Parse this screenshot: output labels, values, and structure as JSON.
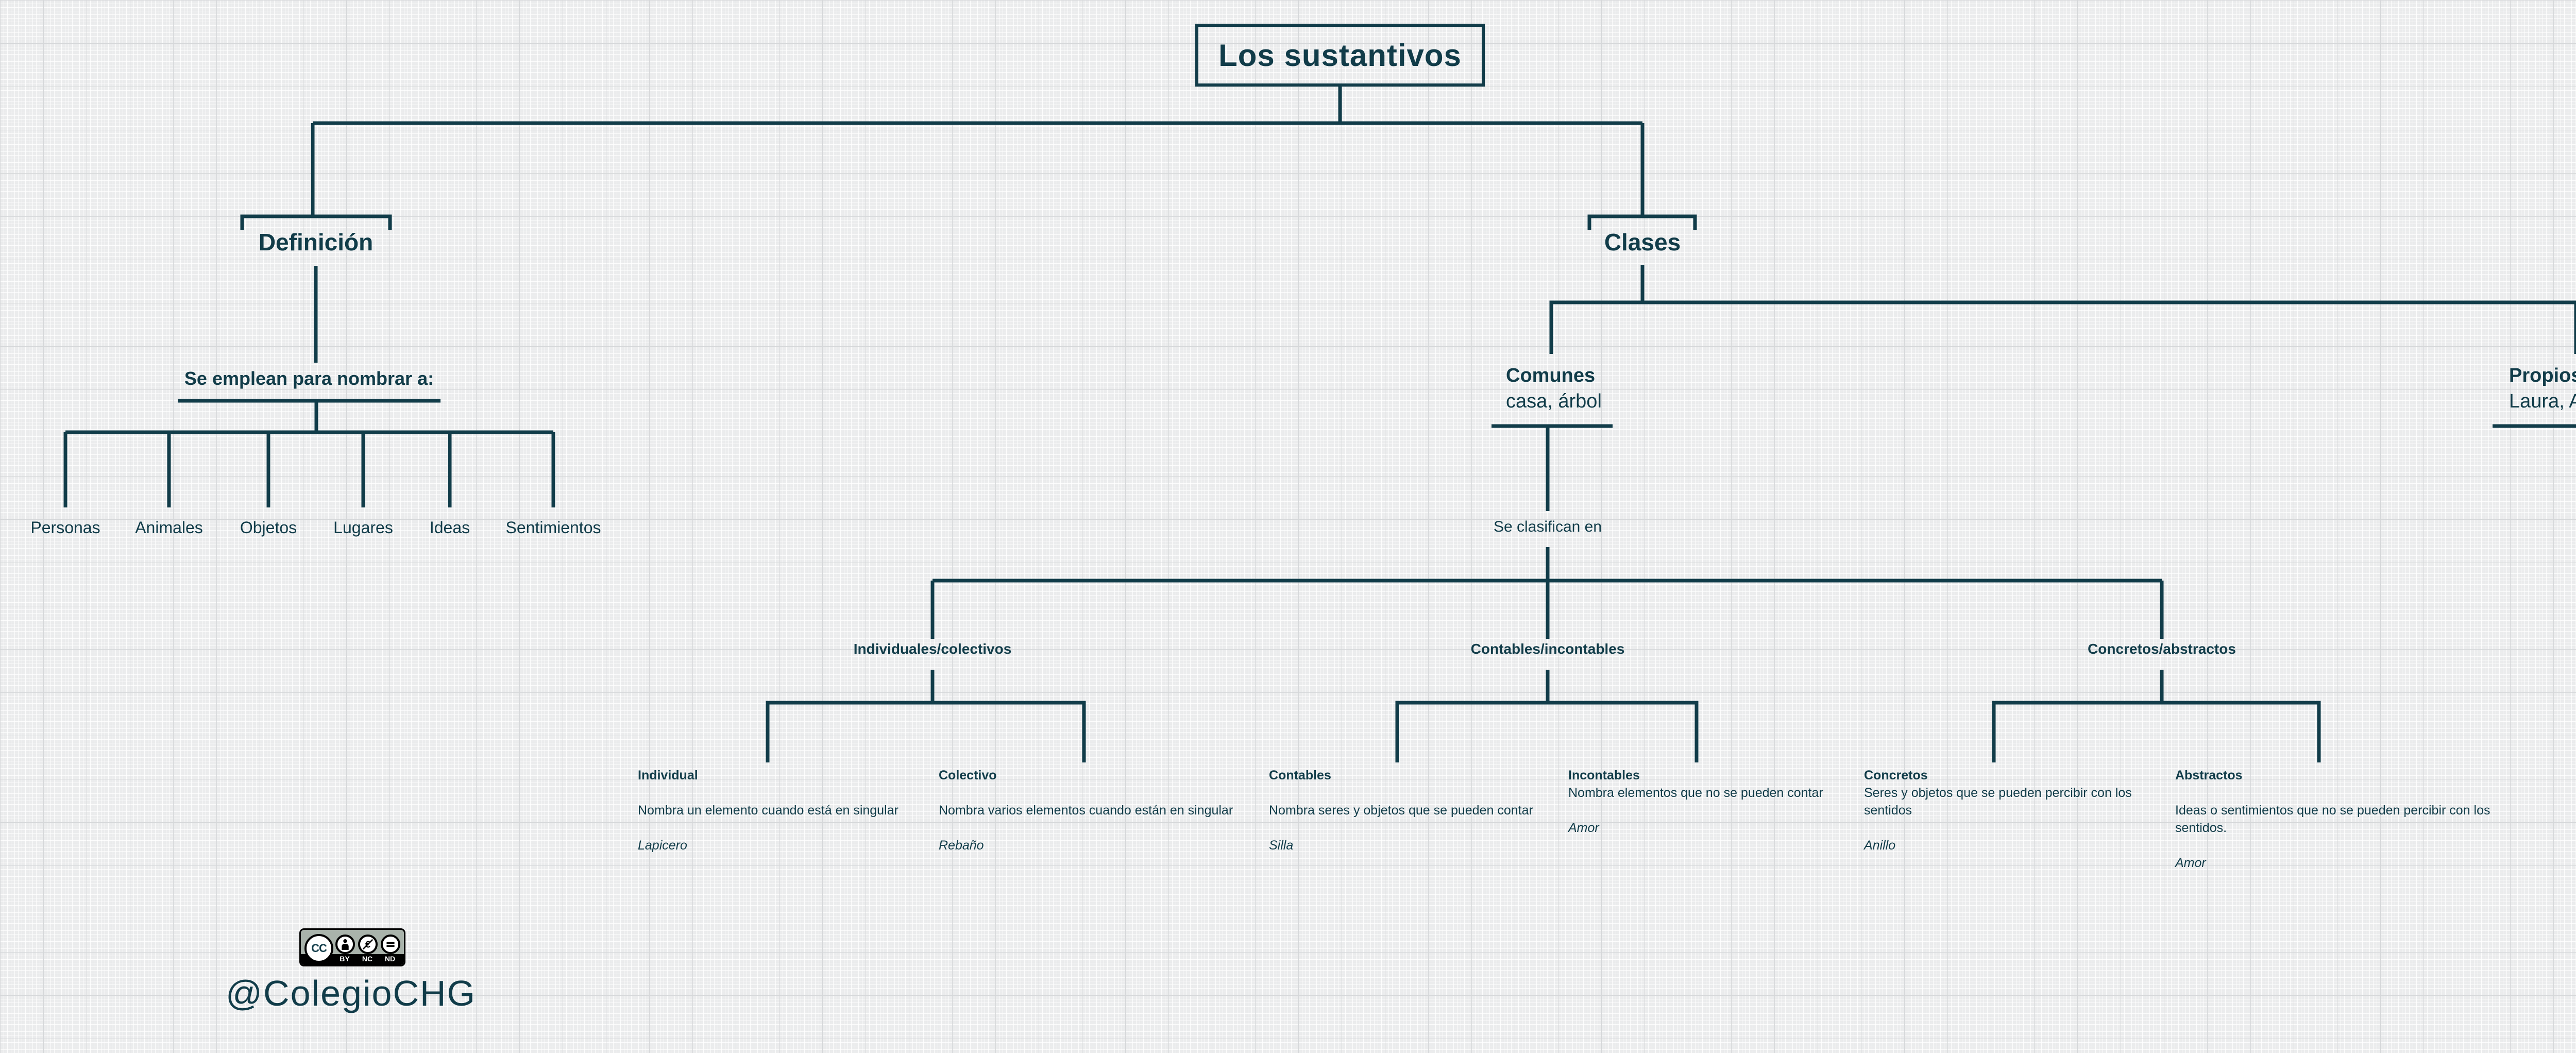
{
  "page": {
    "ink_color": "#113c49",
    "background_color": "#ebeced"
  },
  "title": "Los sustantivos",
  "definition": {
    "label": "Definición",
    "subtitle": "Se emplean para nombrar a:",
    "items": [
      "Personas",
      "Animales",
      "Objetos",
      "Lugares",
      "Ideas",
      "Sentimientos"
    ]
  },
  "classes": {
    "label": "Clases",
    "common": {
      "label": "Comunes",
      "examples": "casa, árbol"
    },
    "proper": {
      "label": "Propios",
      "examples": "Laura, Alejandro"
    },
    "subtitle": "Se clasifican en",
    "groups": [
      {
        "label": "Individuales/colectivos",
        "children": [
          {
            "title": "Individual",
            "description": "Nombra un elemento cuando está en singular",
            "example": "Lapicero"
          },
          {
            "title": "Colectivo",
            "description": "Nombra varios elementos cuando están en singular",
            "example": "Rebaño"
          }
        ]
      },
      {
        "label": "Contables/incontables",
        "children": [
          {
            "title": "Contables",
            "description": "Nombra seres y objetos que se pueden contar",
            "example": "Silla"
          },
          {
            "title": "Incontables",
            "description": "Nombra elementos que no se pueden contar",
            "example": "Amor"
          }
        ]
      },
      {
        "label": "Concretos/abstractos",
        "children": [
          {
            "title": "Concretos",
            "description": "Seres y objetos que se pueden percibir con los sentidos",
            "example": "Anillo"
          },
          {
            "title": "Abstractos",
            "description": "Ideas o sentimientos que no se pueden percibir con los sentidos.",
            "example": "Amor"
          }
        ]
      }
    ]
  },
  "footer": {
    "credit": "@ColegioCHG",
    "badges": {
      "cc": "CC",
      "by": "BY",
      "nc": "NC",
      "nd": "ND"
    }
  }
}
